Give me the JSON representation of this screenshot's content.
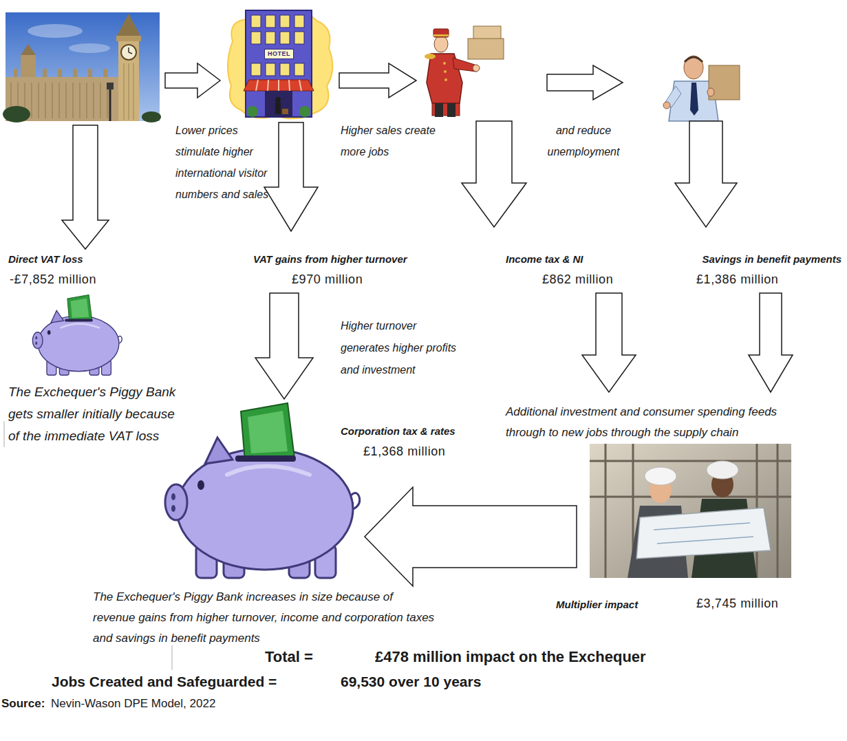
{
  "diagram": {
    "nodes": [
      {
        "text": [
          "HOTEL"
        ]
      }
    ],
    "labels": [
      "Lower prices stimulate higher international visitor numbers and sales",
      "Higher sales create more jobs",
      "and reduce unemployment",
      "Direct VAT loss",
      "-£7,852 million",
      "VAT gains from higher turnover",
      "£970 million",
      "Income tax & NI",
      "£862 million",
      "Savings in benefit payments",
      "£1,386 million",
      "Higher turnover generates higher profits and investment",
      "The Exchequer's Piggy Bank gets smaller initially because of the immediate VAT loss",
      "Corporation tax & rates",
      "£1,368 million",
      "Additional investment and consumer spending feeds through to new jobs through the supply chain",
      "The Exchequer's Piggy Bank increases in size because of revenue gains from higher turnover, income and corporation taxes and savings in benefit payments",
      "Multiplier impact",
      "£3,745 million",
      "Total =",
      "£478 million impact on the Exchequer",
      "Jobs Created and Safeguarded =",
      "69,530 over 10 years",
      "Source:",
      "Nevin-Wason DPE Model, 2022"
    ]
  }
}
